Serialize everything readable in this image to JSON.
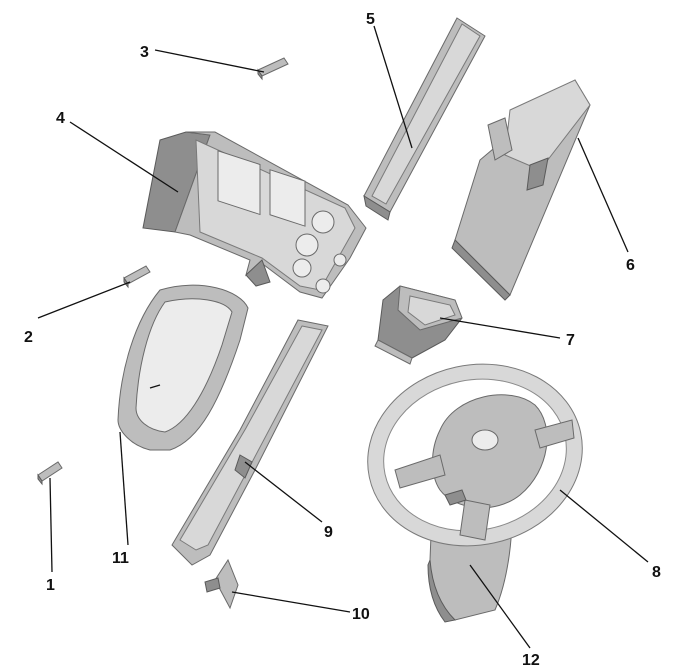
{
  "callouts": [
    {
      "id": "1",
      "label": "1"
    },
    {
      "id": "2",
      "label": "2"
    },
    {
      "id": "3",
      "label": "3"
    },
    {
      "id": "4",
      "label": "4"
    },
    {
      "id": "5",
      "label": "5"
    },
    {
      "id": "6",
      "label": "6"
    },
    {
      "id": "7",
      "label": "7"
    },
    {
      "id": "8",
      "label": "8"
    },
    {
      "id": "9",
      "label": "9"
    },
    {
      "id": "10",
      "label": "10"
    },
    {
      "id": "11",
      "label": "11"
    },
    {
      "id": "12",
      "label": "12"
    }
  ],
  "colors": {
    "part_base": "#bdbdbd",
    "part_shadow": "#8e8e8e",
    "part_highlight": "#d8d8d8",
    "line": "#111111",
    "background": "#ffffff"
  }
}
